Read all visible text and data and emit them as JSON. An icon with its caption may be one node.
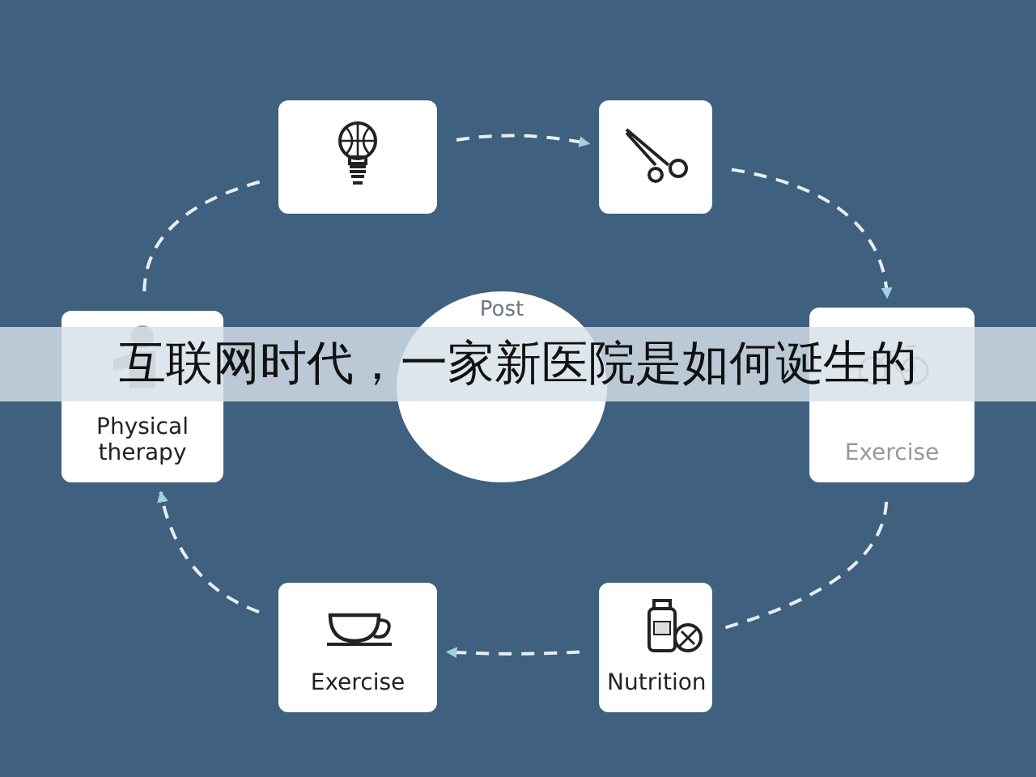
{
  "diagram": {
    "title": "互联网时代，一家新医院是如何诞生的",
    "nodes": [
      {
        "text": [],
        "shape": "picture"
      },
      {
        "text": [],
        "shape": "picture"
      },
      {
        "text": [
          "Exercise"
        ]
      },
      {
        "text": [
          "Nutrition"
        ]
      },
      {
        "text": [
          "Exercise"
        ]
      },
      {
        "text": [
          "Physical therapy"
        ]
      },
      {
        "text": [
          "Post"
        ]
      }
    ],
    "edges": [
      {
        "from": 0,
        "to": 1,
        "arrow": "to",
        "style": "dashed"
      },
      {
        "from": 1,
        "to": 2,
        "arrow": "to",
        "style": "dashed"
      },
      {
        "from": 2,
        "to": 3,
        "arrow": "none",
        "style": "dashed"
      },
      {
        "from": 3,
        "to": 4,
        "arrow": "to",
        "style": "dashed"
      },
      {
        "from": 4,
        "to": 5,
        "arrow": "to",
        "style": "dashed"
      },
      {
        "from": 5,
        "to": 0,
        "arrow": "none",
        "style": "dashed"
      }
    ]
  }
}
